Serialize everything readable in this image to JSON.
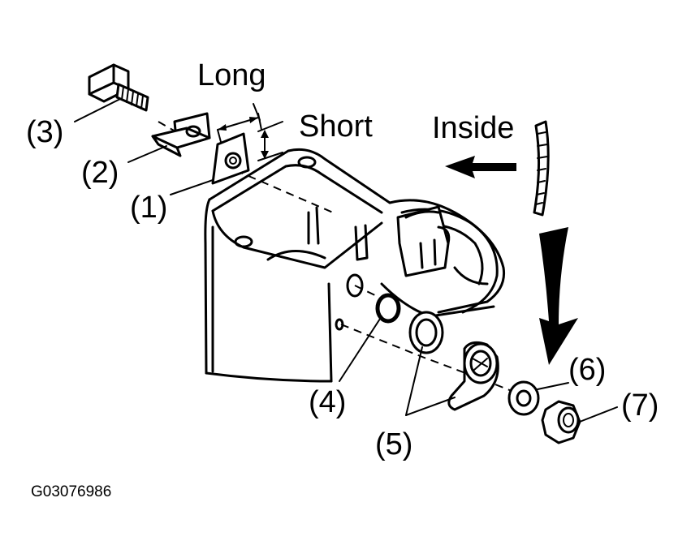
{
  "labels": {
    "long": "Long",
    "short": "Short",
    "inside": "Inside",
    "part1": "(1)",
    "part2": "(2)",
    "part3": "(3)",
    "part4": "(4)",
    "part5": "(5)",
    "part6": "(6)",
    "part7": "(7)"
  },
  "figure_code": "G03076986",
  "colors": {
    "ink": "#000000",
    "paper": "#ffffff"
  }
}
